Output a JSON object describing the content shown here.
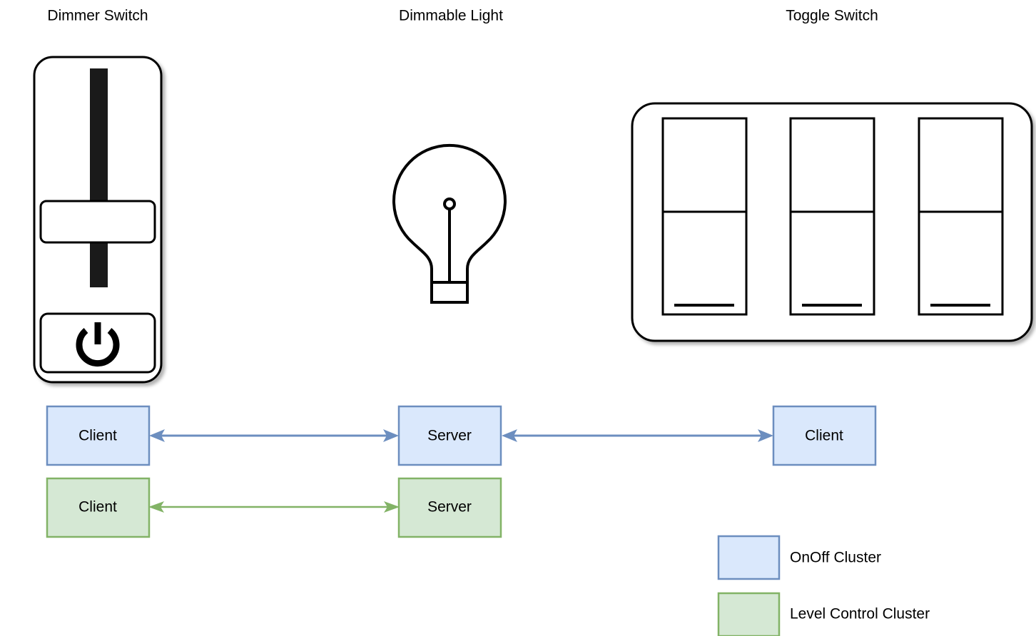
{
  "diagram": {
    "title_row": [
      {
        "id": "dimmer-switch",
        "label": "Dimmer Switch"
      },
      {
        "id": "dimmable-light",
        "label": "Dimmable Light"
      },
      {
        "id": "toggle-switch",
        "label": "Toggle Switch"
      }
    ],
    "devices": [
      {
        "id": "dimmer-switch",
        "name": "dimmer-switch-device",
        "parts": [
          "slider-track",
          "slider-handle",
          "power-button"
        ]
      },
      {
        "id": "dimmable-light",
        "name": "light-bulb-device",
        "parts": [
          "bulb-glass",
          "bulb-filament",
          "bulb-base"
        ]
      },
      {
        "id": "toggle-switch",
        "name": "toggle-switch-device",
        "parts": [
          "rocker-1",
          "rocker-2",
          "rocker-3"
        ]
      }
    ],
    "cluster_rows": [
      {
        "id": "onoff-row",
        "cluster": "OnOff Cluster",
        "color_fill": "#dae8fc",
        "color_stroke": "#6c8ebf",
        "boxes": [
          {
            "id": "onoff-client-dimmer",
            "label": "Client"
          },
          {
            "id": "onoff-server-light",
            "label": "Server"
          },
          {
            "id": "onoff-client-toggle",
            "label": "Client"
          }
        ],
        "links": [
          {
            "id": "onoff-link-left",
            "from": "onoff-client-dimmer",
            "to": "onoff-server-light",
            "direction": "bidirectional"
          },
          {
            "id": "onoff-link-right",
            "from": "onoff-server-light",
            "to": "onoff-client-toggle",
            "direction": "bidirectional"
          }
        ]
      },
      {
        "id": "level-row",
        "cluster": "Level Control Cluster",
        "color_fill": "#d5e8d4",
        "color_stroke": "#82b366",
        "boxes": [
          {
            "id": "level-client-dimmer",
            "label": "Client"
          },
          {
            "id": "level-server-light",
            "label": "Server"
          }
        ],
        "links": [
          {
            "id": "level-link-left",
            "from": "level-client-dimmer",
            "to": "level-server-light",
            "direction": "bidirectional"
          }
        ]
      }
    ],
    "legend": {
      "items": [
        {
          "id": "legend-onoff",
          "label": "OnOff Cluster",
          "fill": "#dae8fc",
          "stroke": "#6c8ebf"
        },
        {
          "id": "legend-level",
          "label": "Level Control Cluster",
          "fill": "#d5e8d4",
          "stroke": "#82b366"
        }
      ]
    },
    "palette": {
      "blue_fill": "#dae8fc",
      "blue_stroke": "#6c8ebf",
      "green_fill": "#d5e8d4",
      "green_stroke": "#82b366",
      "line": "#000000",
      "background": "#ffffff"
    }
  }
}
